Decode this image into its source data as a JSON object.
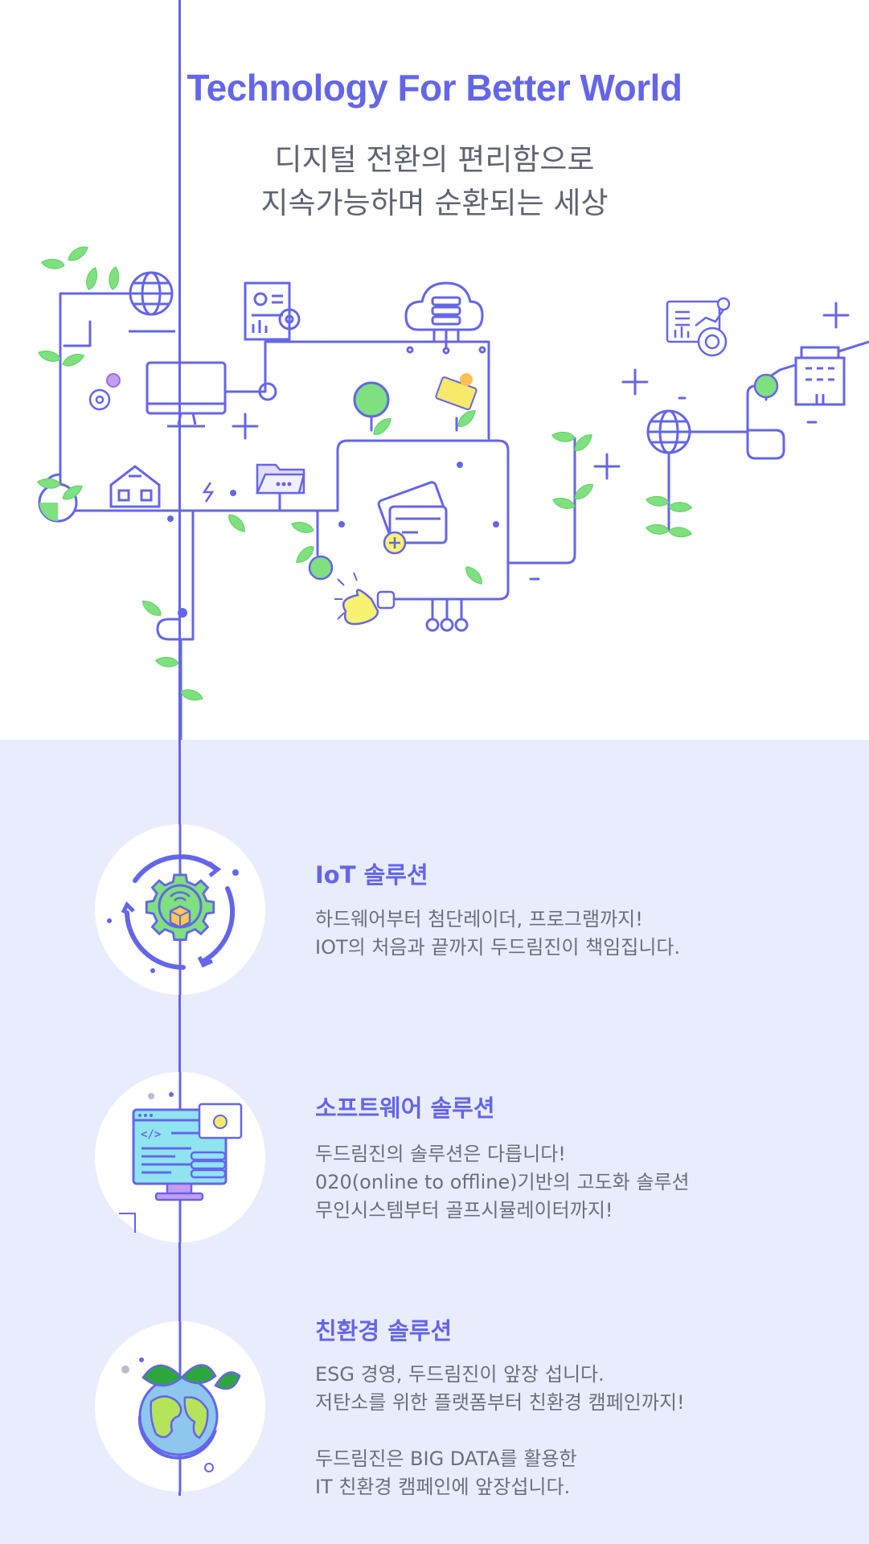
{
  "hero": {
    "title": "Technology For Better World",
    "subtitle_line1": "디지털 전환의 편리함으로",
    "subtitle_line2": "지속가능하며 순환되는 세상"
  },
  "solutions": [
    {
      "title": "IoT 솔루션",
      "lines": [
        "하드웨어부터 첨단레이더, 프로그램까지!",
        "IOT의 처음과 끝까지 두드림진이 책임집니다."
      ]
    },
    {
      "title": "소프트웨어 솔루션",
      "lines": [
        "두드림진의 솔루션은 다릅니다!",
        "020(online to offline)기반의 고도화 솔루션",
        "무인시스템부터 골프시뮬레이터까지!"
      ]
    },
    {
      "title": "친환경 솔루션",
      "lines": [
        "ESG 경영, 두드림진이 앞장 섭니다.",
        "저탄소를 위한 플랫폼부터 친환경 캠페인까지!",
        "",
        "두드림진은 BIG DATA를 활용한",
        "IT 친환경 캠페인에 앞장섭니다."
      ]
    }
  ],
  "colors": {
    "accent": "#6466e8",
    "text": "#6b6f7d",
    "leaf": "#7ee07f",
    "section_bg": "#e9ecfd"
  },
  "icons": [
    "globe-icon",
    "monitor-icon",
    "document-settings-icon",
    "cloud-database-icon",
    "credit-card-icon",
    "house-icon",
    "folder-icon",
    "lightbulb-icon",
    "analytics-icon",
    "building-icon",
    "gear-icon",
    "iot-gear-icon",
    "software-screen-icon",
    "earth-leaf-icon"
  ]
}
